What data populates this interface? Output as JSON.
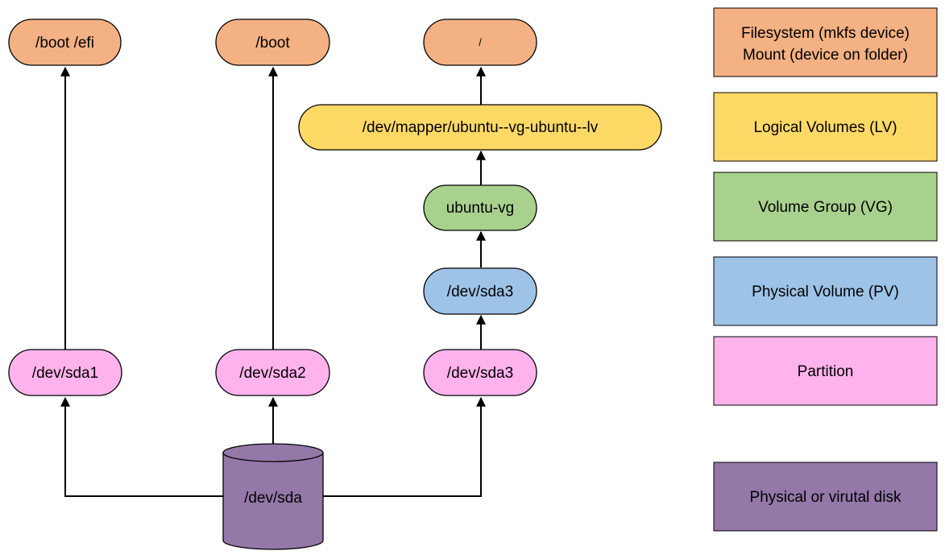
{
  "colors": {
    "filesystem": "#f4b183",
    "logical_volume": "#ffd966",
    "volume_group": "#a9d18e",
    "physical_volume": "#9dc3e6",
    "partition": "#ffb3ec",
    "disk": "#9478a8"
  },
  "nodes": {
    "mount_boot_efi": "/boot /efi",
    "mount_boot": "/boot",
    "mount_root": "/",
    "lv": "/dev/mapper/ubuntu--vg-ubuntu--lv",
    "vg": "ubuntu-vg",
    "pv": "/dev/sda3",
    "part1": "/dev/sda1",
    "part2": "/dev/sda2",
    "part3": "/dev/sda3",
    "disk": "/dev/sda"
  },
  "legend": {
    "filesystem_line1": "Filesystem (mkfs device)",
    "filesystem_line2": "Mount (device on folder)",
    "logical_volume": "Logical Volumes (LV)",
    "volume_group": "Volume Group (VG)",
    "physical_volume": "Physical Volume (PV)",
    "partition": "Partition",
    "disk": "Physical or virutal disk"
  }
}
